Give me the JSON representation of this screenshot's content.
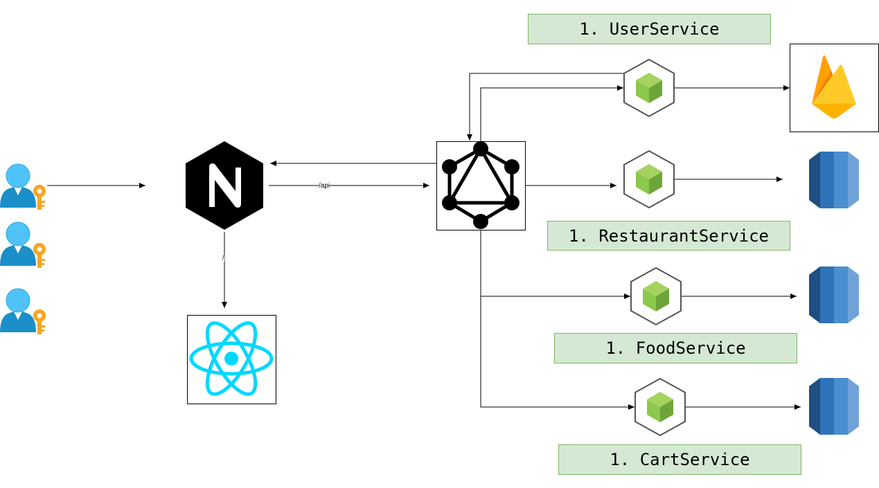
{
  "services": [
    {
      "name": "1. UserService",
      "database": "firebase-icon"
    },
    {
      "name": "1. RestaurantService",
      "database": "aws-rds-icon"
    },
    {
      "name": "1. FoodService",
      "database": "aws-rds-icon"
    },
    {
      "name": "1. CartService",
      "database": "aws-rds-icon"
    }
  ],
  "edges": {
    "api_label": "/api",
    "root_label": "/"
  },
  "nodes": {
    "users": [
      "user-key-icon",
      "user-key-icon",
      "user-key-icon"
    ],
    "proxy": "nginx-icon",
    "frontend": "react-icon",
    "gateway": "graphql-icon",
    "service_icon": "nodejs-icon"
  },
  "colors": {
    "label_fill": "#d5e8d4",
    "label_border": "#82b366",
    "node_green": "#8cc84b",
    "react_cyan": "#00d8ff",
    "rds_blue": "#2e73b8",
    "firebase_yellow": "#ffca28",
    "firebase_orange": "#f57c00"
  }
}
